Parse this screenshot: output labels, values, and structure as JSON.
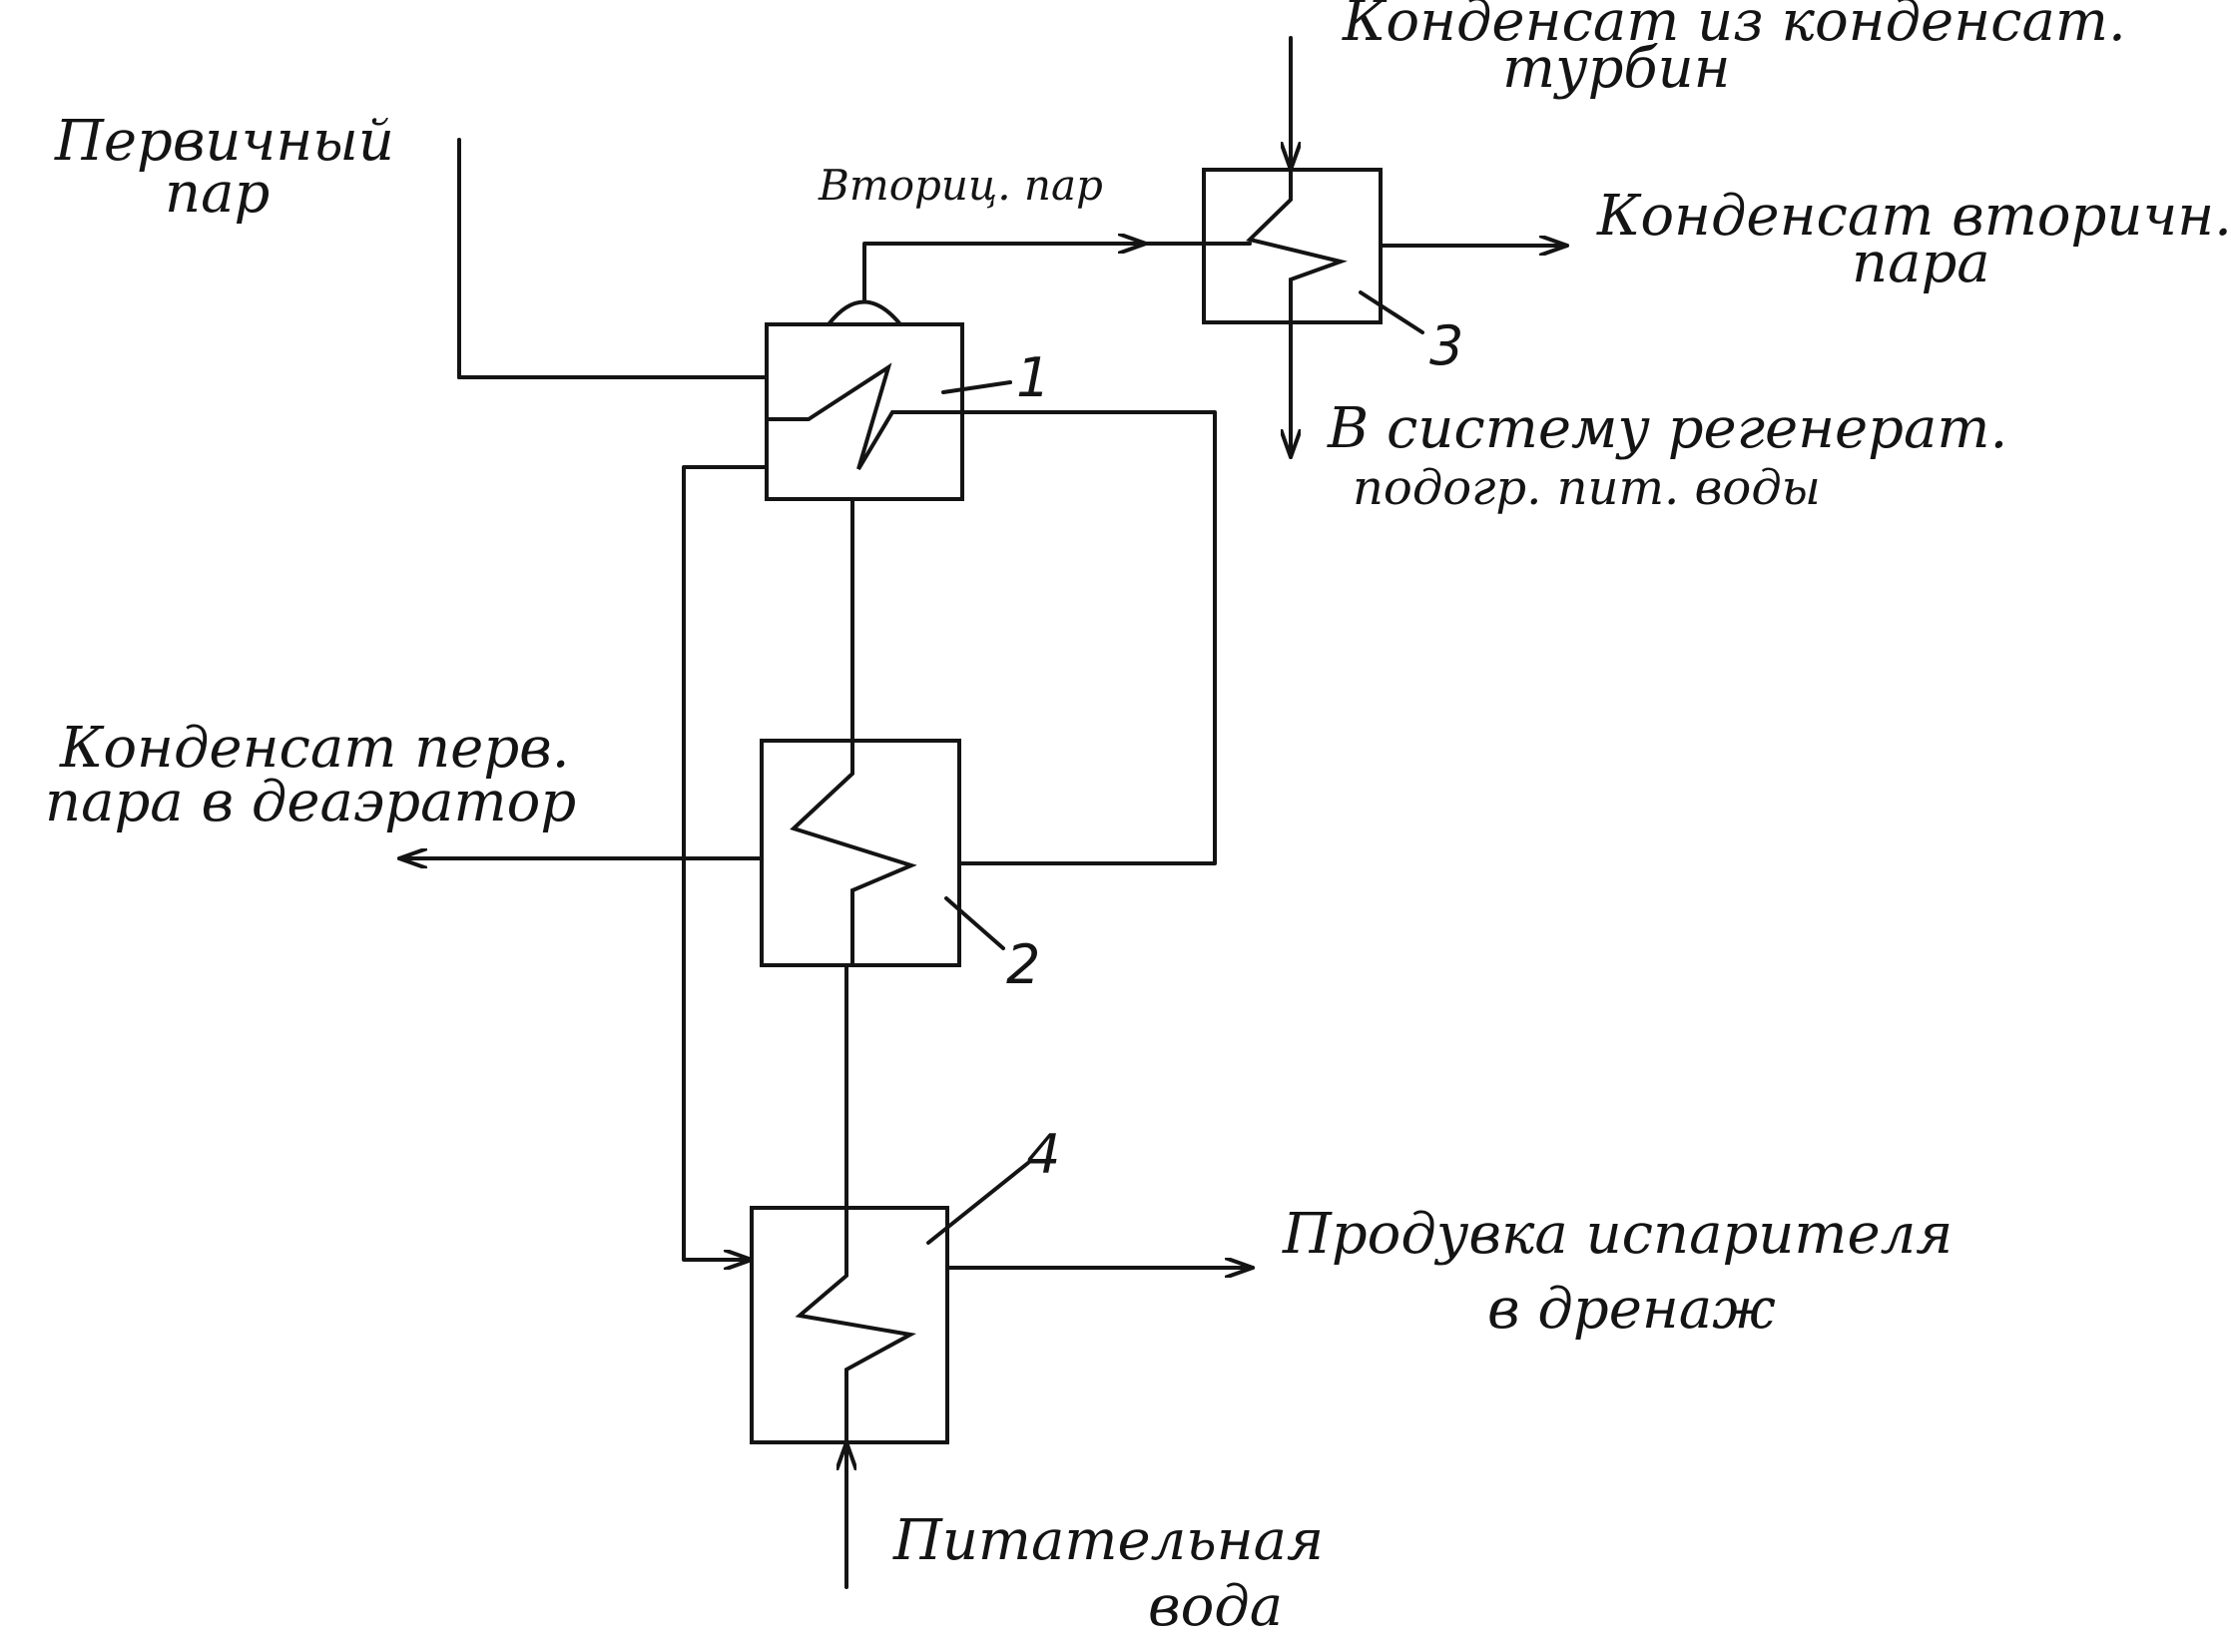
{
  "diagram": {
    "labels": {
      "primary_steam_1": "Первичный",
      "primary_steam_2": "пар",
      "secondary_steam": "Вториц. пар",
      "condensate_from_turbine_1": "Конденсат из конденсат.",
      "condensate_from_turbine_2": "турбин",
      "secondary_condensate_1": "Конденсат вторичн.",
      "secondary_condensate_2": "пара",
      "to_regeneration_1": "В систему регенерат.",
      "to_regeneration_2": "подогр. пит. воды",
      "primary_condensate_1": "Конденсат перв.",
      "primary_condensate_2": "пара в деаэратор",
      "blowdown_1": "Продувка испарителя",
      "blowdown_2": "в дренаж",
      "feed_water_1": "Питательная",
      "feed_water_2": "вода"
    },
    "units": {
      "u1": "1",
      "u2": "2",
      "u3": "3",
      "u4": "4"
    }
  }
}
